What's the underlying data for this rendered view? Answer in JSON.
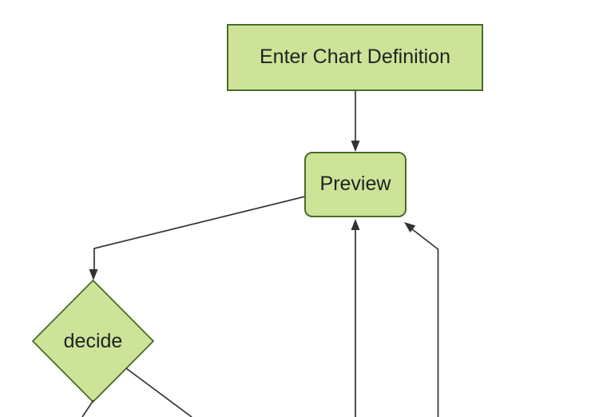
{
  "diagram": {
    "type": "flowchart",
    "orientation": "top-down",
    "nodes": [
      {
        "id": "enter-chart-definition",
        "label": "Enter Chart Definition",
        "shape": "rectangle"
      },
      {
        "id": "preview",
        "label": "Preview",
        "shape": "rounded-rectangle"
      },
      {
        "id": "decide",
        "label": "decide",
        "shape": "diamond"
      }
    ],
    "edges": [
      {
        "from": "Enter Chart Definition",
        "to": "Preview",
        "arrow": true
      },
      {
        "from": "Preview",
        "to": "decide",
        "arrow": true
      },
      {
        "from": "off-screen-bottom",
        "to": "Preview",
        "arrow": true
      },
      {
        "from": "off-screen-bottom-right",
        "to": "Preview",
        "arrow": true
      },
      {
        "from": "decide",
        "to": "off-screen-bottom-left",
        "arrow": false
      },
      {
        "from": "decide",
        "to": "off-screen-bottom-right",
        "arrow": false
      }
    ],
    "colors": {
      "node_fill": "#cde498",
      "node_border": "#4a6b27",
      "edge_color": "#333333",
      "text_color": "#222222",
      "background": "#ffffff"
    }
  }
}
